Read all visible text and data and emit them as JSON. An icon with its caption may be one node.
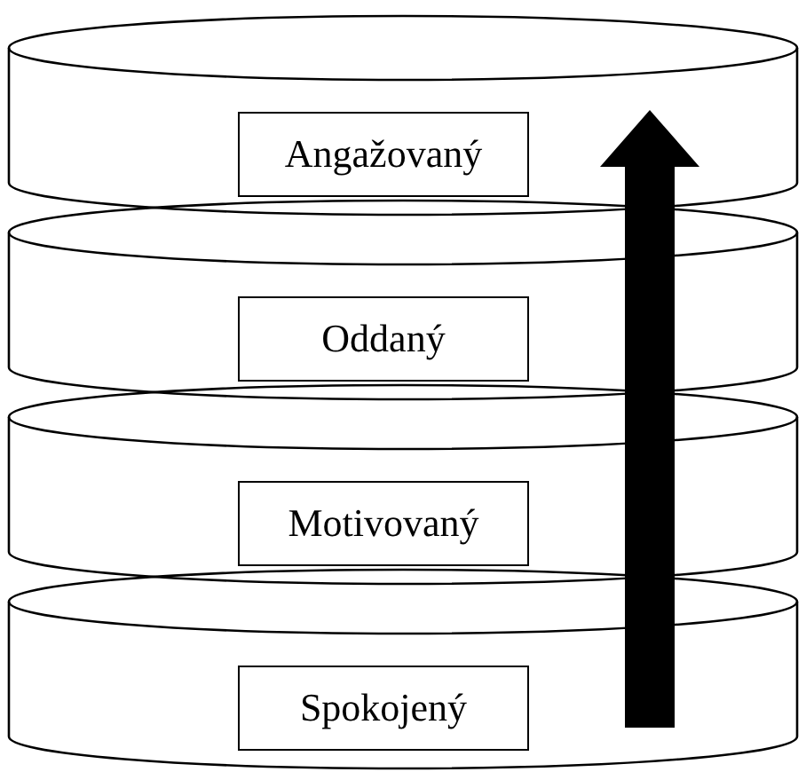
{
  "diagram": {
    "nodes": [
      {
        "text": [],
        "shape": "cylinder"
      },
      {
        "text": [
          "Angažovaný"
        ],
        "in": 0
      },
      {
        "text": [],
        "shape": "cylinder"
      },
      {
        "text": [
          "Oddaný"
        ],
        "in": 2
      },
      {
        "text": [],
        "shape": "cylinder"
      },
      {
        "text": [
          "Motivovaný"
        ],
        "in": 4
      },
      {
        "text": [],
        "shape": "cylinder"
      },
      {
        "text": [
          "Spokojený"
        ],
        "in": 6
      }
    ]
  }
}
